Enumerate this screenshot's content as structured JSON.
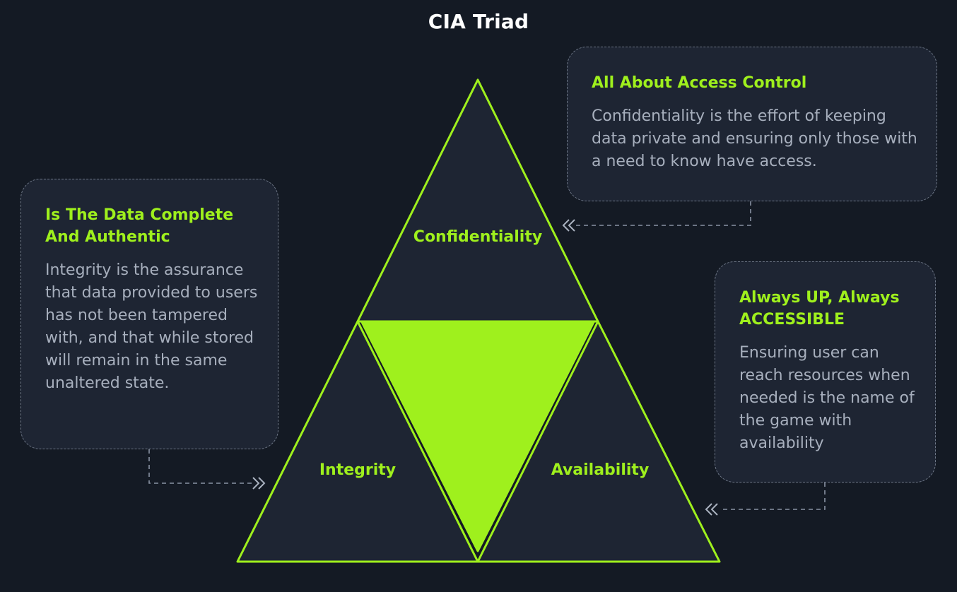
{
  "title": "CIA Triad",
  "colors": {
    "background": "#141a24",
    "accent": "#9ff01d",
    "card": "#1e2533",
    "text": "#a7afbd"
  },
  "triangle": {
    "top_label": "Confidentiality",
    "left_label": "Integrity",
    "right_label": "Availability"
  },
  "cards": {
    "confidentiality": {
      "heading": "All About Access Control",
      "body": "Confidentiality is the effort of keeping data private and ensuring only those with a need to know have access."
    },
    "integrity": {
      "heading": "Is The Data Complete And Authentic",
      "body": "Integrity is the assurance that data provided to users has not been tampered with, and that while stored will remain in the same unaltered state."
    },
    "availability": {
      "heading": "Always UP, Always ACCESSIBLE",
      "body": "Ensuring user can reach resources when needed is the name of the game with availability"
    }
  },
  "icons": {
    "connector_arrow": "double-chevron-icon"
  }
}
